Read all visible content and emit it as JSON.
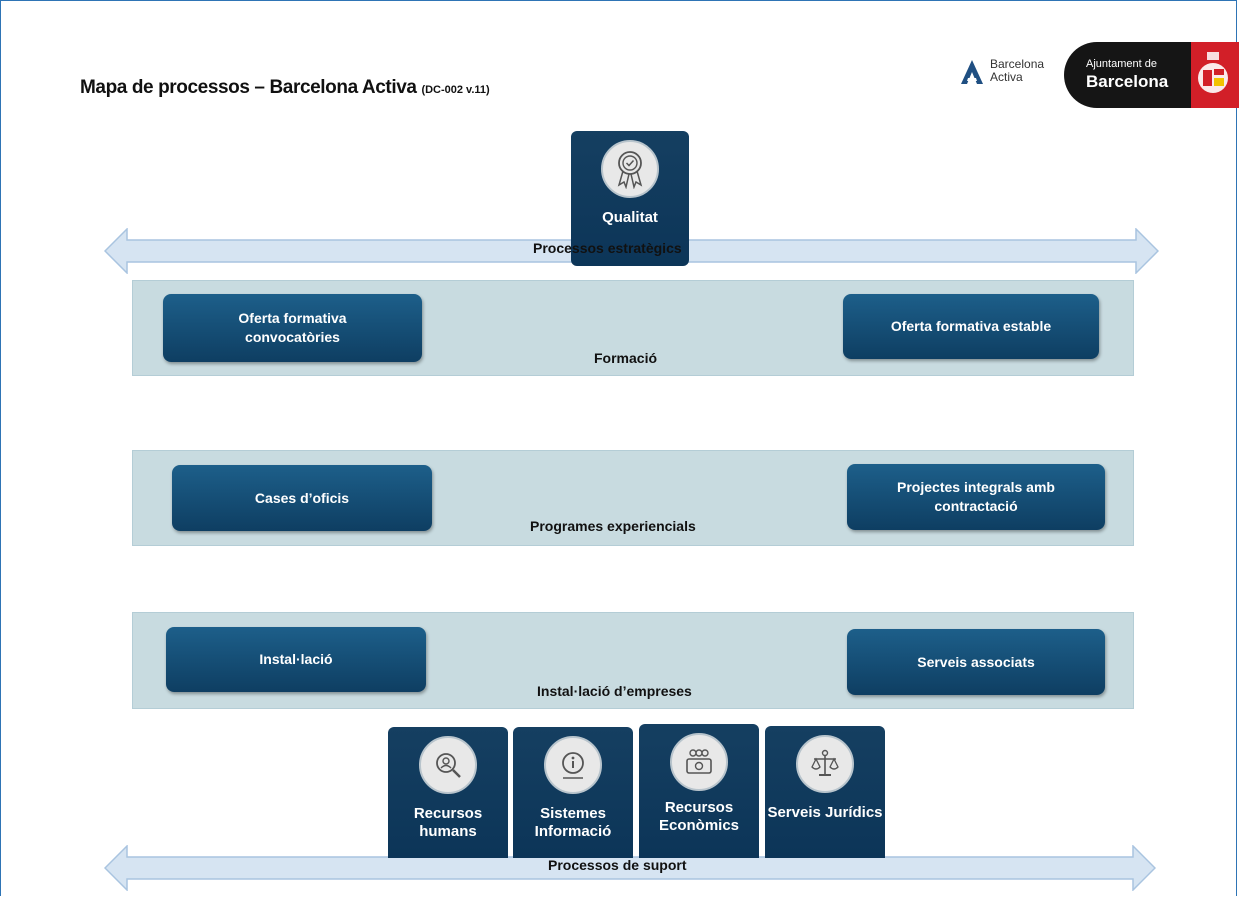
{
  "title": {
    "main": "Mapa de processos – Barcelona Activa ",
    "code": "(DC-002 v.11)"
  },
  "logos": {
    "barcelona_activa": {
      "line1": "Barcelona",
      "line2": "Activa",
      "icon": "barcelona-activa-logo-icon"
    },
    "ajuntament": {
      "line1": "Ajuntament de",
      "line2": "Barcelona",
      "icon": "barcelona-shield-icon"
    }
  },
  "strategic": {
    "label": "Processos estratègics",
    "tile": {
      "label": "Qualitat",
      "icon": "award-ribbon-icon"
    }
  },
  "bands": [
    {
      "label": "Formació",
      "left": "Oferta formativa convocatòries",
      "right": "Oferta formativa estable"
    },
    {
      "label": "Programes experiencials",
      "left": "Cases d’oficis",
      "right": "Projectes integrals amb contractació"
    },
    {
      "label": "Instal·lació d’empreses",
      "left": "Instal·lació",
      "right": "Serveis associats"
    }
  ],
  "support": {
    "label": "Processos de suport",
    "tiles": [
      {
        "label": "Recursos humans",
        "icon": "person-search-icon"
      },
      {
        "label": "Sistemes Informació",
        "icon": "info-icon"
      },
      {
        "label": "Recursos Econòmics",
        "icon": "money-coins-icon"
      },
      {
        "label": "Serveis Jurídics",
        "icon": "balance-scale-icon"
      }
    ]
  },
  "colors": {
    "process_box": "#0e3e62",
    "band": "#c8dbe0",
    "arrow": "#d6e4f2",
    "accent_red": "#d21f28"
  }
}
